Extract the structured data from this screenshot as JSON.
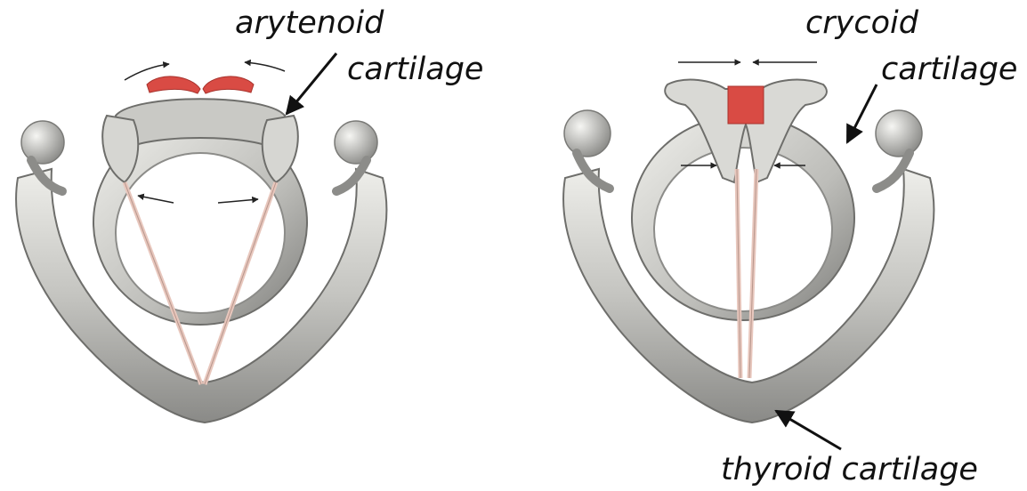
{
  "labels": {
    "arytenoid_line1": "arytenoid",
    "arytenoid_line2": "cartilage",
    "crycoid_line1": "crycoid",
    "crycoid_line2": "cartilage",
    "thyroid": "thyroid cartilage"
  },
  "colors": {
    "cartilage_light": "#e6e6e2",
    "cartilage_mid": "#b9b9b5",
    "cartilage_dark": "#6e6e6b",
    "muscle": "#d94b44",
    "vocal_cord": "#e8c7bd",
    "arrow": "#111111"
  }
}
